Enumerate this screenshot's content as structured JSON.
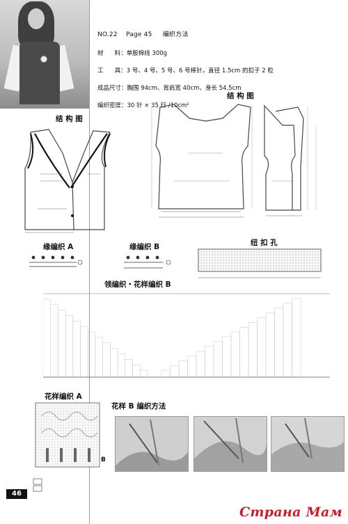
{
  "header": {
    "number": "NO.22",
    "page": "Page 45",
    "title": "编织方法"
  },
  "materials": {
    "material": "材      料：单股棉线 300g",
    "tools": "工      具：3 号、4 号、5 号、6 号棒针，直径 1.5cm 的扣子 2 粒",
    "size": "成品尺寸：胸围 94cm、背肩宽 40cm、身长 54.5cm",
    "gauge": "编织密度：30 针 × 35 行 /10cm²"
  },
  "titles": {
    "structure_left": "结 构 图",
    "structure_right": "结 构 图",
    "edge_a": "缘编织 A",
    "edge_b": "缘编织 B",
    "buttonhole": "纽 扣 孔",
    "collar": "领编织・花样编织 B",
    "pattern_a": "花样编织 A",
    "pattern_b_method": "花样 B  编织方法",
    "label_b": "B"
  },
  "page_number": "46",
  "watermark": "Страна Мам",
  "colors": {
    "ink": "#111111",
    "line": "#444444",
    "brand_red": "#c81e2b",
    "page_number_bg": "#111111"
  }
}
